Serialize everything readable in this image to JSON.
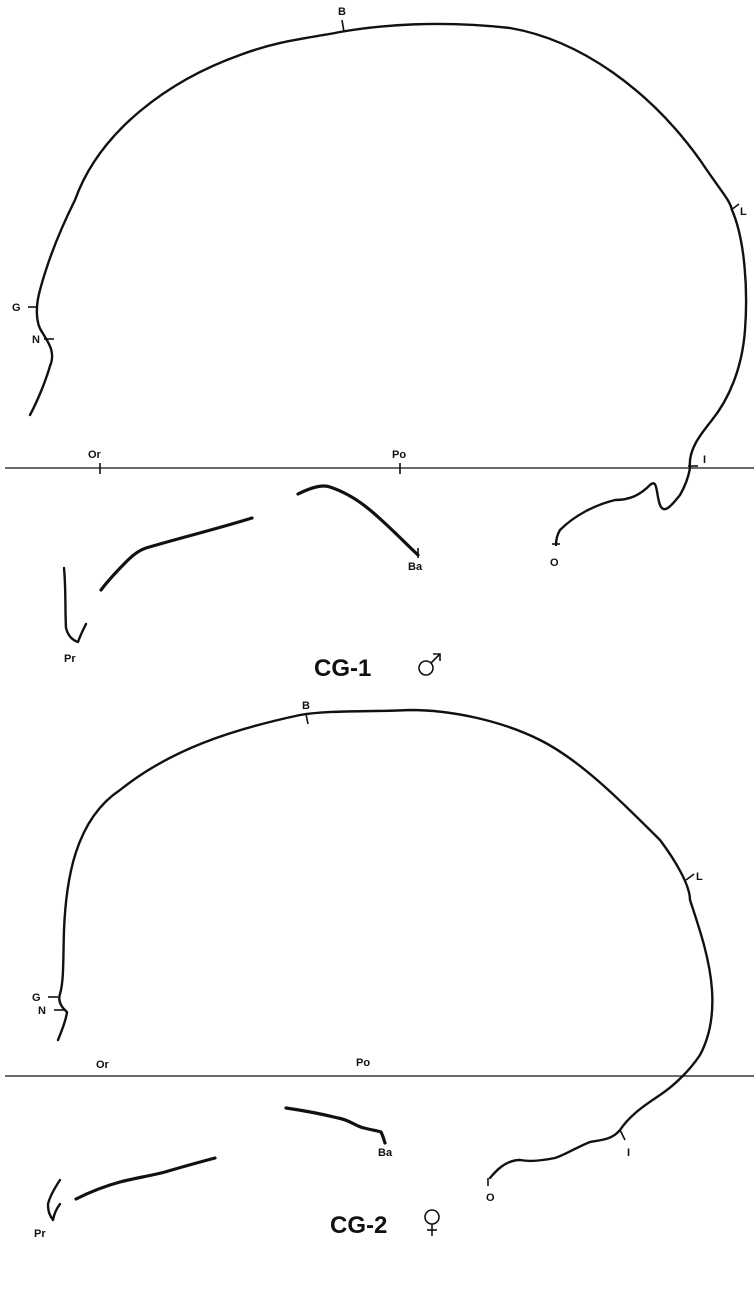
{
  "skulls": [
    {
      "id": "CG-1",
      "caption": "CG-1",
      "sex_symbol": "male",
      "landmarks": {
        "B": "B",
        "L": "L",
        "G": "G",
        "N": "N",
        "Or": "Or",
        "Po": "Po",
        "I": "I",
        "Ba": "Ba",
        "O": "O",
        "Pr": "Pr"
      }
    },
    {
      "id": "CG-2",
      "caption": "CG-2",
      "sex_symbol": "female",
      "landmarks": {
        "B": "B",
        "L": "L",
        "G": "G",
        "N": "N",
        "Or": "Or",
        "Po": "Po",
        "I": "I",
        "Ba": "Ba",
        "O": "O",
        "Pr": "Pr"
      }
    }
  ]
}
